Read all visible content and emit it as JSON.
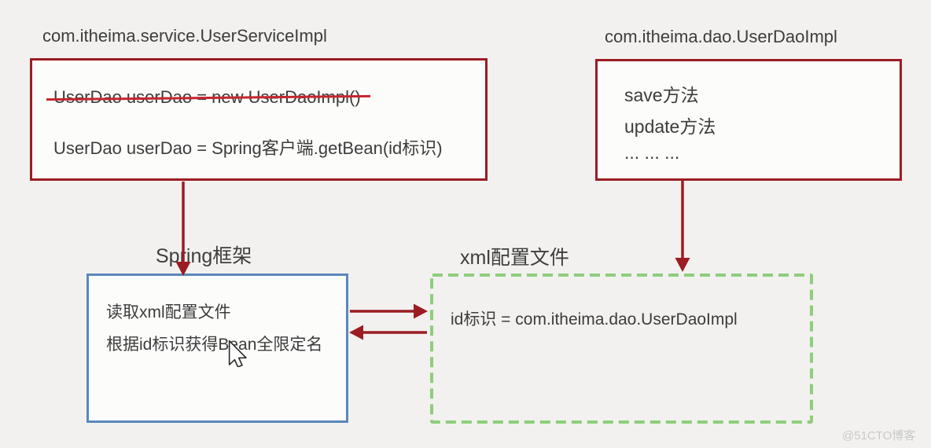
{
  "page": {
    "background": "#f2f1ef",
    "watermark": "@51CTO博客"
  },
  "colors": {
    "box_red": "#9b1c23",
    "strike_red": "#c5272e",
    "box_blue": "#5b87bb",
    "box_green_dashed": "#8fcd7d",
    "text": "#3c3c3c",
    "watermark": "#c9c9c9"
  },
  "service_class": {
    "title": "com.itheima.service.UserServiceImpl",
    "old_code_strikethrough": "UserDao userDao = new UserDaoImpl()",
    "new_code": "UserDao userDao = Spring客户端.getBean(id标识)"
  },
  "dao_class": {
    "title": "com.itheima.dao.UserDaoImpl",
    "methods": [
      "save方法",
      "update方法",
      "... ... ..."
    ]
  },
  "spring_framework": {
    "label": "Spring框架",
    "line1": "读取xml配置文件",
    "line2": "根据id标识获得Bean全限定名"
  },
  "xml_config": {
    "label": "xml配置文件",
    "entry": "id标识 = com.itheima.dao.UserDaoImpl"
  },
  "arrows": {
    "service_to_spring": "service-box down to spring-box",
    "dao_to_xml": "dao-box down to xml-box",
    "spring_to_xml": "spring-box right to xml-box",
    "xml_to_spring": "xml-box left to spring-box"
  }
}
